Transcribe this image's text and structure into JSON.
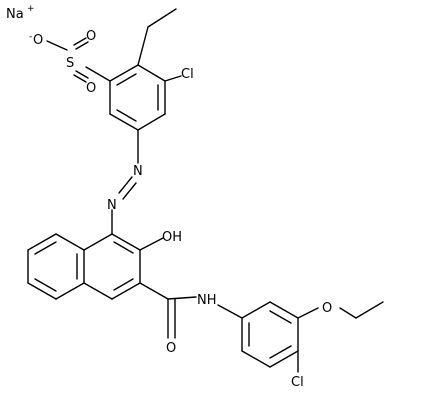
{
  "molecule": {
    "labels": {
      "na": "Na",
      "na_charge": "+",
      "o_minus": "O",
      "minus_charge": "-",
      "s": "S",
      "o_top": "O",
      "o_bottom": "O",
      "cl_top": "Cl",
      "n1": "N",
      "n2": "N",
      "oh": "OH",
      "nh": "NH",
      "o_amide": "O",
      "o_ether": "O",
      "cl_bottom": "Cl"
    }
  }
}
